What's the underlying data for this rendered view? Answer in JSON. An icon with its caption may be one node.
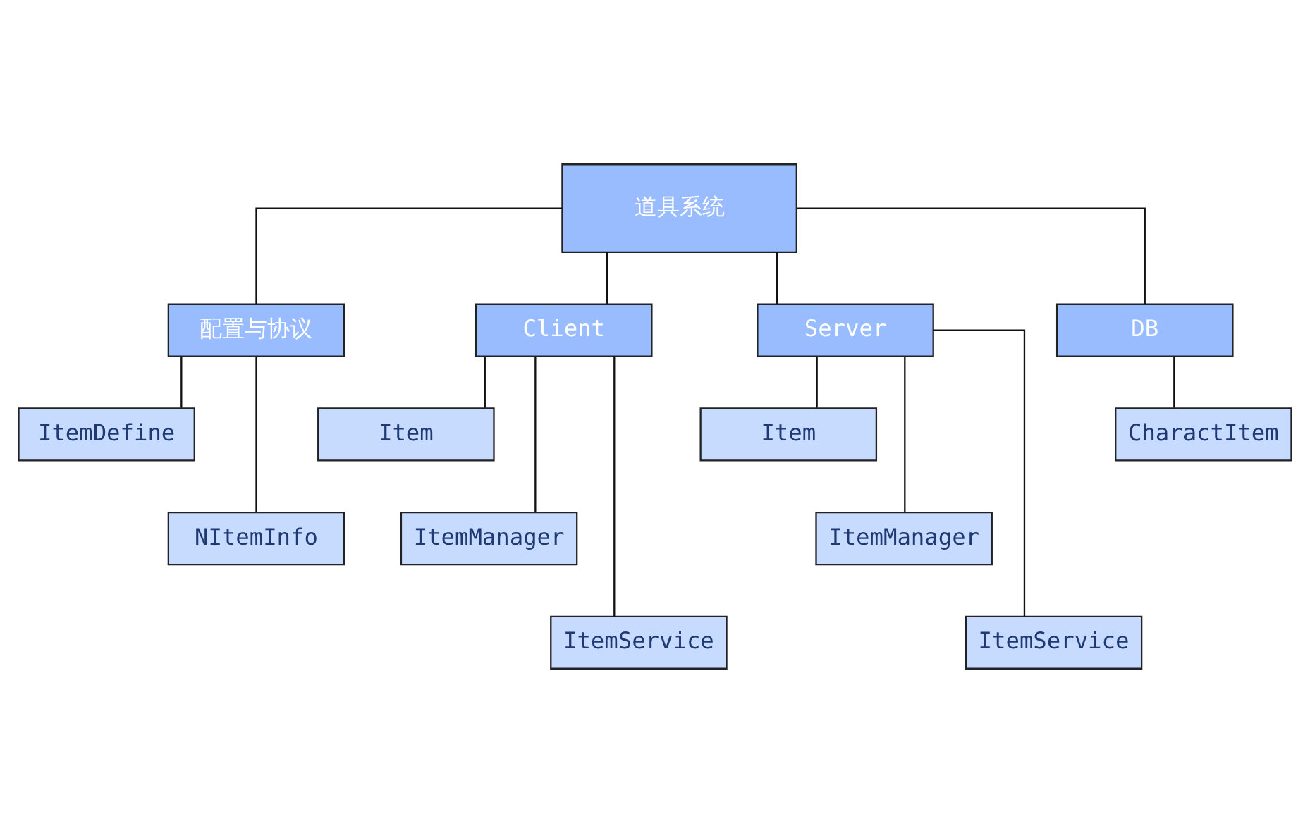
{
  "diagram": {
    "nodes": [
      {
        "text": [
          "道具系统"
        ]
      },
      {
        "text": [
          "配置与协议"
        ]
      },
      {
        "text": [
          "ItemDefine"
        ]
      },
      {
        "text": [
          "NItemInfo"
        ]
      },
      {
        "text": [
          "Client"
        ]
      },
      {
        "text": [
          "Item"
        ]
      },
      {
        "text": [
          "ItemManager"
        ]
      },
      {
        "text": [
          "ItemService"
        ]
      },
      {
        "text": [
          "Server"
        ]
      },
      {
        "text": [
          "Item"
        ]
      },
      {
        "text": [
          "ItemManager"
        ]
      },
      {
        "text": [
          "ItemService"
        ]
      },
      {
        "text": [
          "DB"
        ]
      },
      {
        "text": [
          "CharactItem"
        ]
      }
    ],
    "edges": [
      {
        "from": 0,
        "to": 1,
        "arrow": "none"
      },
      {
        "from": 0,
        "to": 4,
        "arrow": "none"
      },
      {
        "from": 0,
        "to": 8,
        "arrow": "none"
      },
      {
        "from": 0,
        "to": 12,
        "arrow": "none"
      },
      {
        "from": 1,
        "to": 2,
        "arrow": "none"
      },
      {
        "from": 1,
        "to": 3,
        "arrow": "none"
      },
      {
        "from": 4,
        "to": 5,
        "arrow": "none"
      },
      {
        "from": 4,
        "to": 6,
        "arrow": "none"
      },
      {
        "from": 4,
        "to": 7,
        "arrow": "none"
      },
      {
        "from": 8,
        "to": 9,
        "arrow": "none"
      },
      {
        "from": 8,
        "to": 10,
        "arrow": "none"
      },
      {
        "from": 8,
        "to": 11,
        "arrow": "none"
      },
      {
        "from": 12,
        "to": 13,
        "arrow": "none"
      }
    ]
  }
}
